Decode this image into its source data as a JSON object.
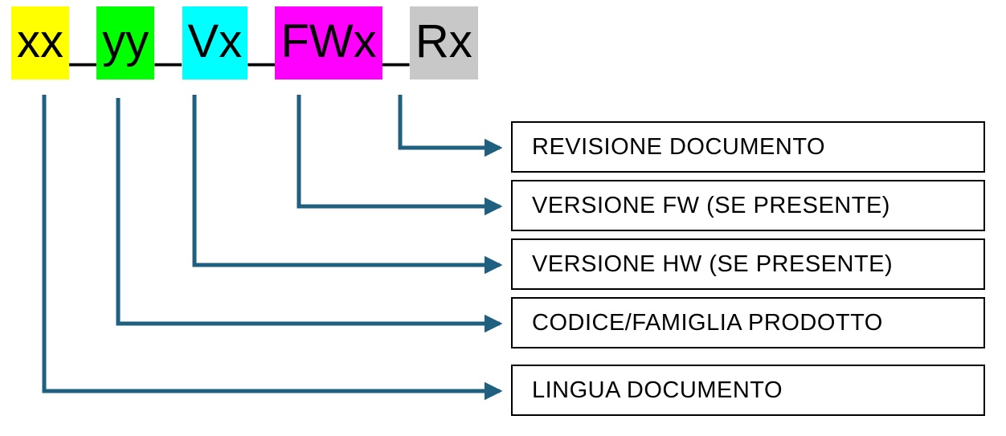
{
  "filename": {
    "separator": "_",
    "segments": [
      {
        "text": "xx",
        "color": "#ffff00",
        "meaning": "LINGUA DOCUMENTO"
      },
      {
        "text": "yy",
        "color": "#00ff00",
        "meaning": "CODICE/FAMIGLIA PRODOTTO"
      },
      {
        "text": "Vx",
        "color": "#00ffff",
        "meaning": "VERSIONE HW (SE PRESENTE)"
      },
      {
        "text": "FWx",
        "color": "#ff00ff",
        "meaning": "VERSIONE FW (SE PRESENTE)"
      },
      {
        "text": "Rx",
        "color": "#c8c8c8",
        "meaning": "REVISIONE DOCUMENTO"
      }
    ]
  },
  "labels": [
    {
      "text": "REVISIONE DOCUMENTO"
    },
    {
      "text": "VERSIONE FW (SE PRESENTE)"
    },
    {
      "text": "VERSIONE HW (SE PRESENTE)"
    },
    {
      "text": "CODICE/FAMIGLIA PRODOTTO"
    },
    {
      "text": "LINGUA DOCUMENTO"
    }
  ],
  "colors": {
    "arrow": "#1f5f7f",
    "box_border": "#000000",
    "text": "#000000"
  }
}
